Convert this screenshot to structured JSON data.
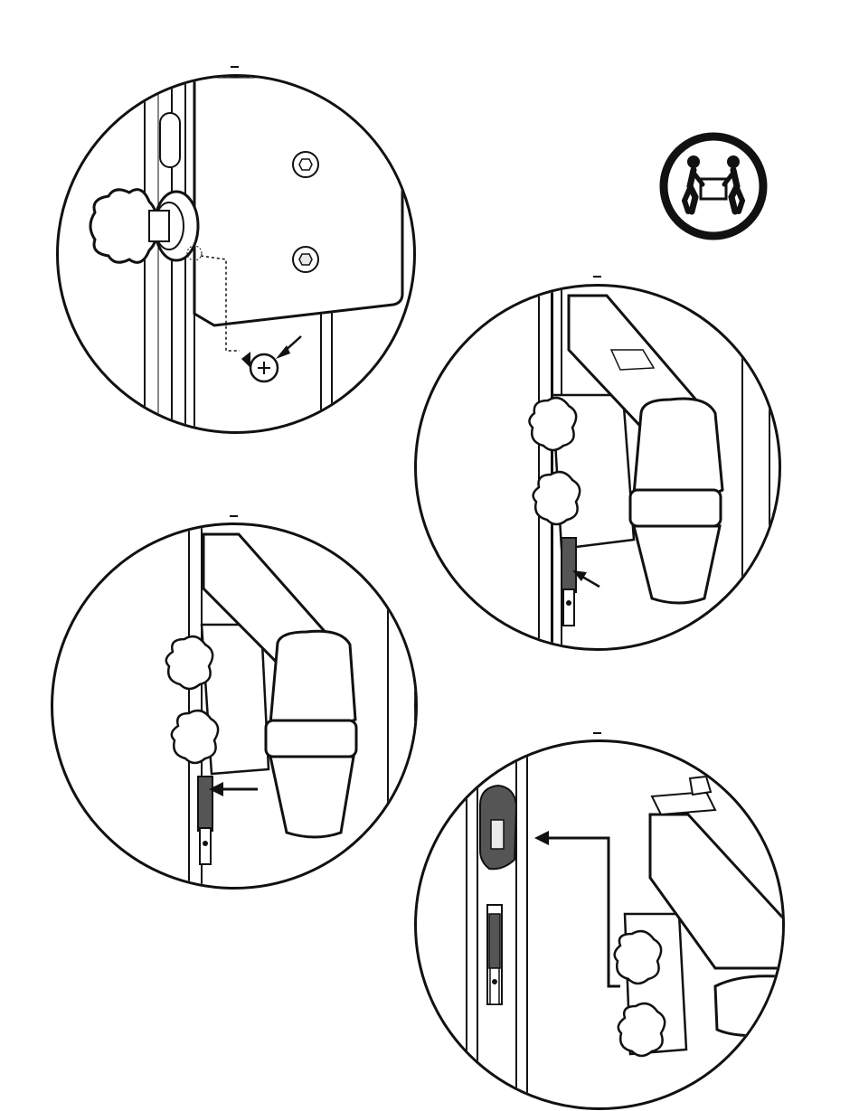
{
  "page": {
    "background": "#ffffff",
    "ink": "#111111",
    "metal_fill": "#e9e9e9",
    "dark_part": "#555555"
  },
  "icons": {
    "safety": "two-person-lift-icon",
    "arrow": "arrow-icon",
    "knob": "star-knob-icon",
    "screw": "phillips-screw-icon"
  },
  "panels": [
    {
      "id": "panel-1",
      "step": "remove-screw"
    },
    {
      "id": "panel-2",
      "step": "clamp-release-right"
    },
    {
      "id": "panel-3",
      "step": "clamp-release-left"
    },
    {
      "id": "panel-4",
      "step": "move-latch-up"
    }
  ]
}
